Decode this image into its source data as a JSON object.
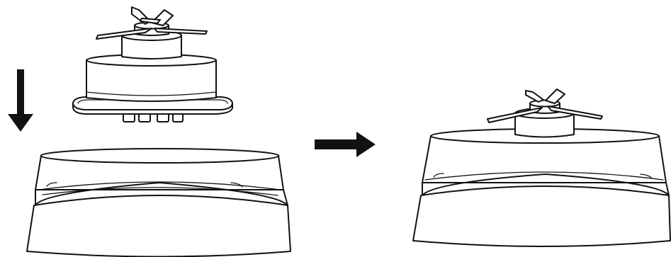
{
  "diagram": {
    "steps": [
      {
        "part": "blade-assembly",
        "action": "lower-onto-base"
      },
      {
        "part": "assembled-unit",
        "action": "result"
      }
    ],
    "arrows": [
      {
        "direction": "down",
        "color": "#111111"
      },
      {
        "direction": "right",
        "color": "#111111"
      }
    ],
    "colors": {
      "line": "#111111",
      "fill": "#ffffff"
    }
  }
}
